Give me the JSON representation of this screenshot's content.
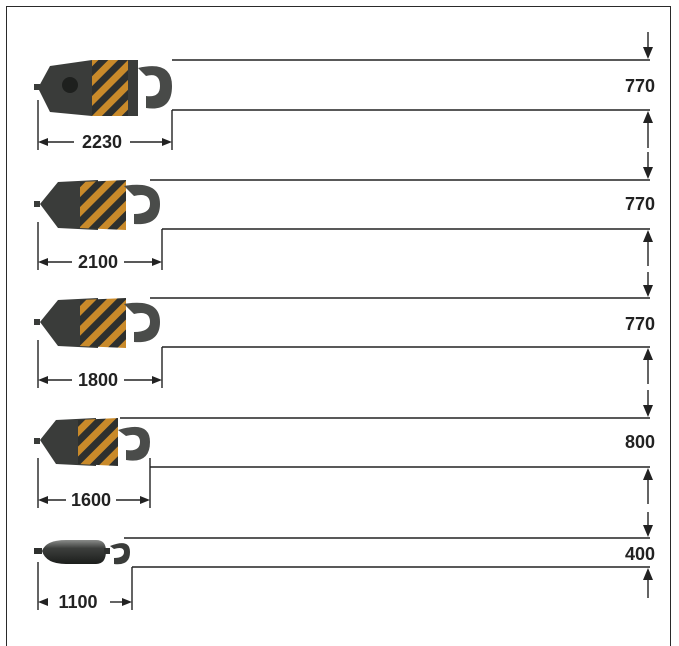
{
  "hook_blocks": [
    {
      "width_label": "2230",
      "height_label": "770",
      "type": "large"
    },
    {
      "width_label": "2100",
      "height_label": "770",
      "type": "medium"
    },
    {
      "width_label": "1800",
      "height_label": "770",
      "type": "medium"
    },
    {
      "width_label": "1600",
      "height_label": "800",
      "type": "small"
    },
    {
      "width_label": "1100",
      "height_label": "400",
      "type": "ball"
    }
  ],
  "colors": {
    "body": "#3a3c3a",
    "stripe": "#c98a2a",
    "line": "#222222"
  }
}
